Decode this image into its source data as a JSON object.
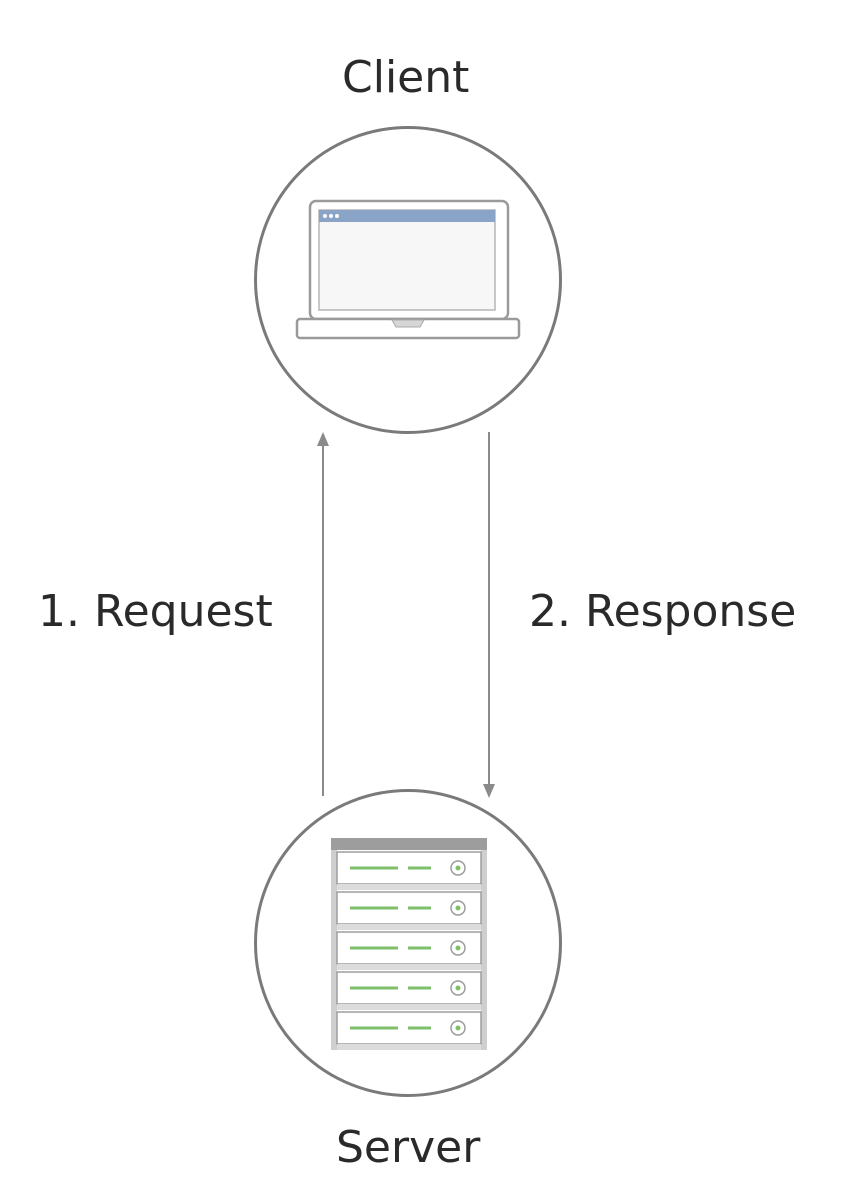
{
  "nodes": {
    "client": {
      "label": "Client"
    },
    "server": {
      "label": "Server"
    }
  },
  "edges": {
    "request": {
      "label": "1. Request"
    },
    "response": {
      "label": "2. Response"
    }
  },
  "colors": {
    "outline": "#7a7a7a",
    "arrow": "#8a8a8a",
    "laptop_frame": "#9a9a9a",
    "browser_bar": "#8aa4c8",
    "rack_accent": "#7fbf6a",
    "rack_frame": "#9d9d9d"
  },
  "icons": {
    "client": "laptop-icon",
    "server": "server-rack-icon"
  }
}
